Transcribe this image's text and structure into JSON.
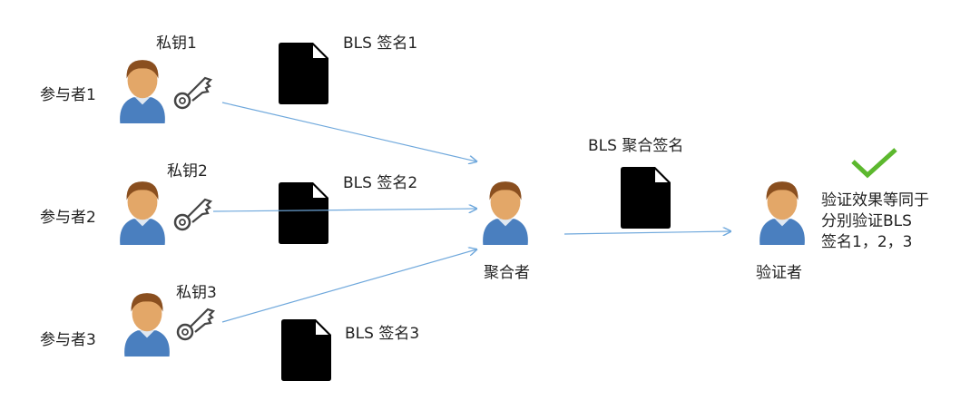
{
  "participants": [
    {
      "name": "参与者1",
      "key": "私钥1",
      "signature": "BLS 签名1"
    },
    {
      "name": "参与者2",
      "key": "私钥2",
      "signature": "BLS 签名2"
    },
    {
      "name": "参与者3",
      "key": "私钥3",
      "signature": "BLS 签名3"
    }
  ],
  "aggregator": {
    "name": "聚合者",
    "signature": "BLS 聚合签名"
  },
  "verifier": {
    "name": "验证者",
    "result_lines": [
      "验证效果等同于",
      "分别验证BLS",
      "签名1，2，3"
    ]
  },
  "colors": {
    "arrow": "#6fa8dc",
    "check": "#5cb82e",
    "shirt": "#4a7fbf"
  }
}
